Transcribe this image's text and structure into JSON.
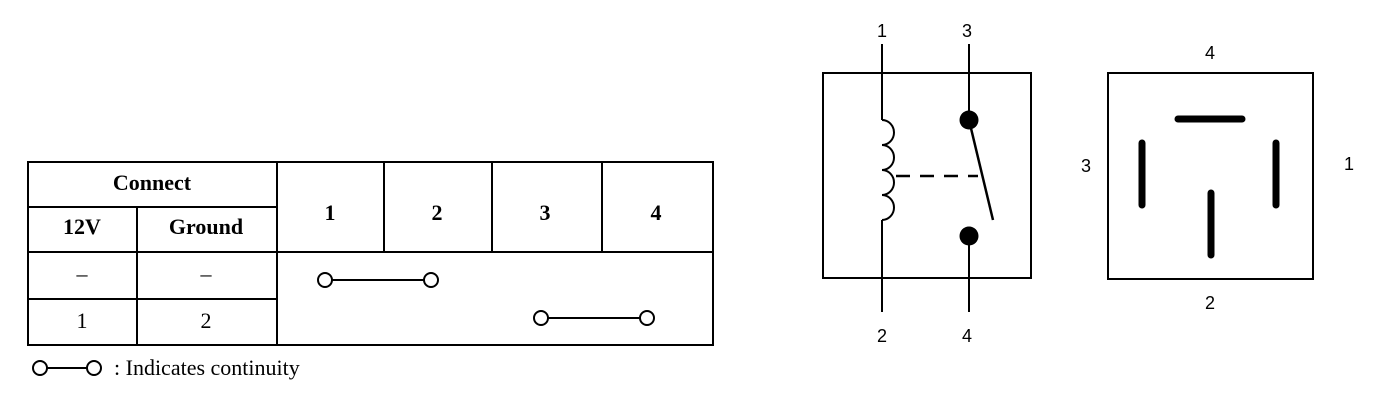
{
  "table": {
    "connect_header": "Connect",
    "col_12v": "12V",
    "col_ground": "Ground",
    "terminals": [
      "1",
      "2",
      "3",
      "4"
    ],
    "rows": [
      {
        "v12": "–",
        "ground": "–",
        "continuity": [
          "1",
          "2"
        ]
      },
      {
        "v12": "1",
        "ground": "2",
        "continuity": [
          "3",
          "4"
        ]
      }
    ]
  },
  "legend": {
    "text": ": Indicates continuity"
  },
  "schematic": {
    "coil_top": "1",
    "coil_bottom": "2",
    "switch_top": "3",
    "switch_bottom": "4"
  },
  "connector": {
    "label_top": "4",
    "label_left": "3",
    "label_right": "1",
    "label_bottom": "2"
  }
}
